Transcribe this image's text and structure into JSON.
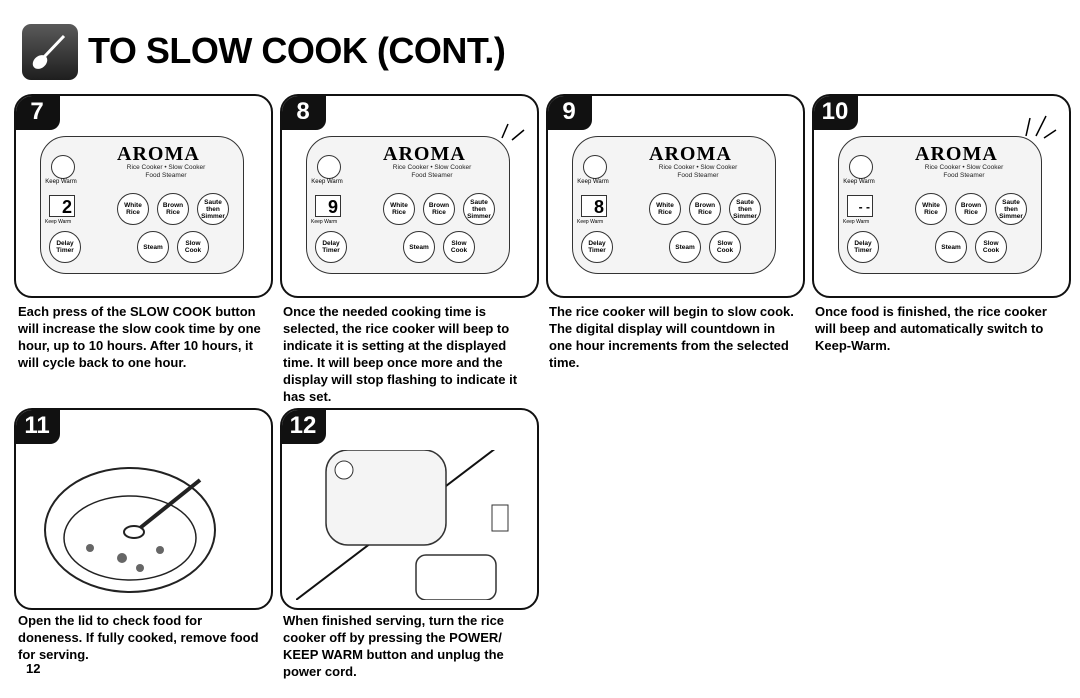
{
  "header": {
    "title": "TO SLOW COOK (CONT.)",
    "icon": "spoon-icon"
  },
  "control_panel": {
    "brand": "AROMA",
    "subtitle_line1": "Rice Cooker • Slow Cooker",
    "subtitle_line2": "Food Steamer",
    "keep_warm_btn": "Keep Warm",
    "keep_warm_light": "Keep Warm",
    "white_rice": "White Rice",
    "brown_rice": "Brown Rice",
    "saute": "Saute then Simmer",
    "delay_timer": "Delay Timer",
    "steam": "Steam",
    "slow_cook": "Slow Cook"
  },
  "steps": [
    {
      "number": "7",
      "display": "2",
      "caption": "Each press of the SLOW COOK button will increase the slow cook time by one hour, up to 10 hours. After 10 hours, it will cycle back to one hour."
    },
    {
      "number": "8",
      "display": "9",
      "caption": "Once the needed cooking time is selected, the rice cooker will beep to indicate it is setting at the displayed time. It will beep once more and the display will stop flashing to indicate it has set."
    },
    {
      "number": "9",
      "display": "8",
      "caption": "The rice cooker will begin to slow cook. The digital display will countdown in one hour increments from the selected time."
    },
    {
      "number": "10",
      "display": "- -",
      "caption": "Once food is finished, the rice cooker will beep and automatically switch to Keep-Warm."
    },
    {
      "number": "11",
      "caption": "Open the lid to check food for doneness. If fully cooked, remove food for serving."
    },
    {
      "number": "12",
      "caption": "When finished serving, turn the rice cooker off by pressing the POWER/ KEEP WARM button and unplug the power cord."
    }
  ],
  "page_number": "12"
}
